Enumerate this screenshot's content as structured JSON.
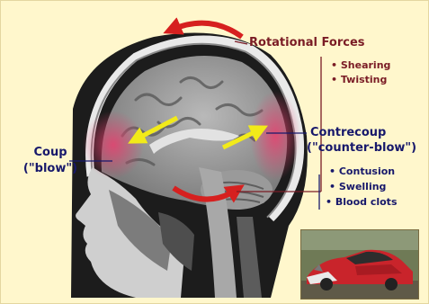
{
  "labels": {
    "rotational_title": "Rotational Forces",
    "rotational_items": [
      "• Shearing",
      "• Twisting"
    ],
    "contrecoup_title": "Contrecoup",
    "contrecoup_subtitle": "(\"counter-blow\")",
    "contrecoup_items": [
      "• Contusion",
      "• Swelling",
      "• Blood clots"
    ],
    "coup_title": "Coup",
    "coup_subtitle": "(\"blow\")"
  },
  "colors": {
    "background": "#fff7cc",
    "label_maroon": "#7a1c25",
    "label_navy": "#17186b",
    "rotation_arrow": "#d6201f",
    "impact_arrow": "#f2ea19",
    "injury_glow": "#e8406f"
  },
  "icons": [
    "red-rotation-arrow",
    "yellow-impact-arrow",
    "crashed-car-photo"
  ]
}
